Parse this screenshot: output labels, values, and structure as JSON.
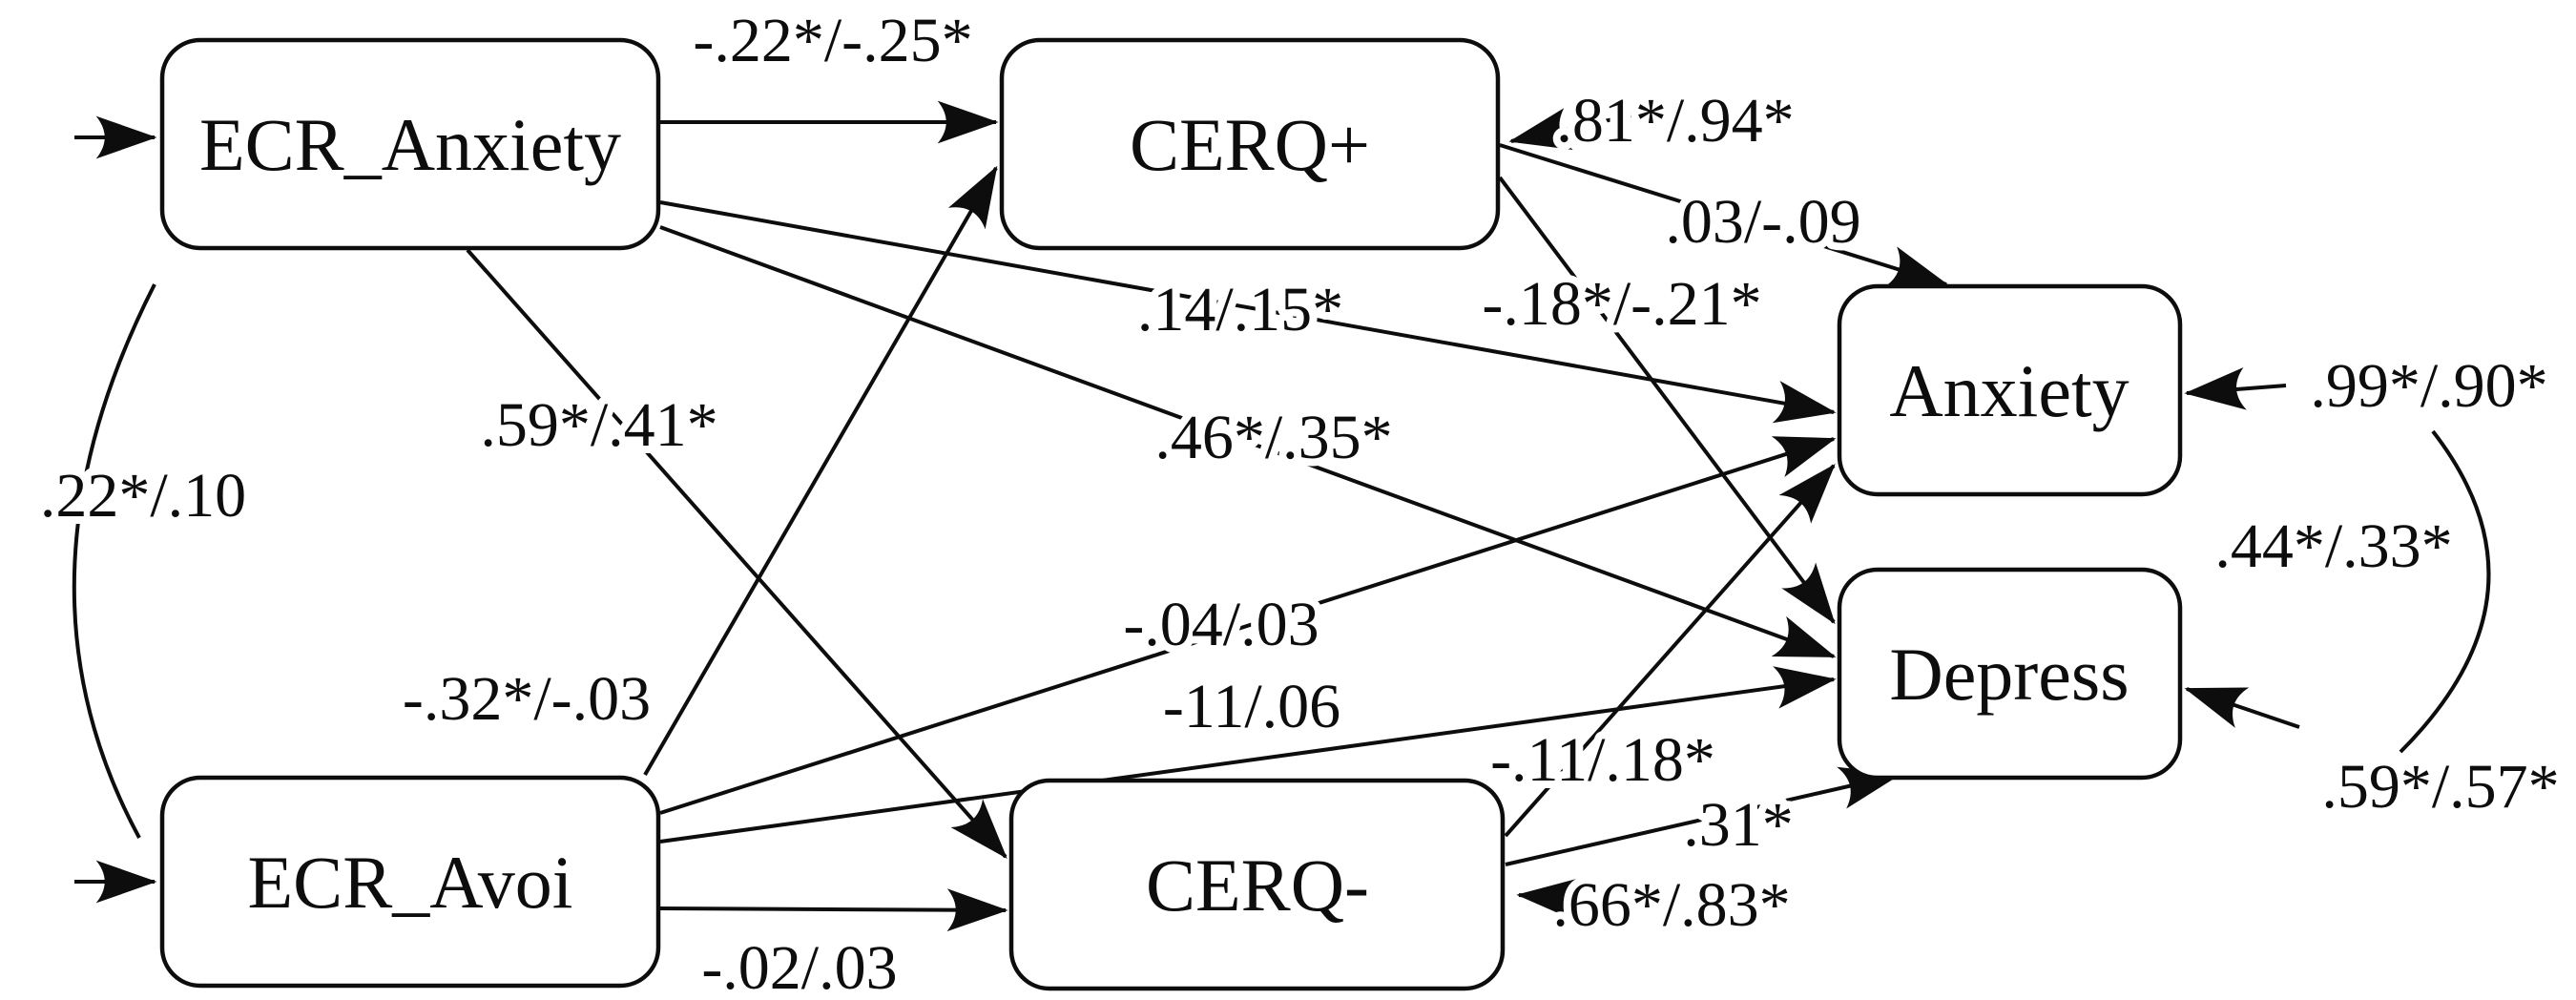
{
  "diagram": {
    "type": "structural-equation-model-path-diagram",
    "nodes": {
      "ecr_anxiety": {
        "label": "ECR_Anxiety"
      },
      "ecr_avoi": {
        "label": "ECR_Avoi"
      },
      "cerq_pos": {
        "label": "CERQ+"
      },
      "cerq_neg": {
        "label": "CERQ-"
      },
      "anxiety": {
        "label": "Anxiety"
      },
      "depress": {
        "label": "Depress"
      }
    },
    "edge_labels": {
      "ecr_anxiety_to_cerq_pos": "-.22*/-.25*",
      "ecr_anxiety_to_cerq_neg": ".59*/.41*",
      "ecr_anxiety_to_anxiety": ".14/.15*",
      "ecr_anxiety_to_depress": ".46*/.35*",
      "ecr_avoi_to_cerq_pos": "-.32*/-.03",
      "ecr_avoi_to_cerq_neg": "-.02/.03",
      "ecr_avoi_to_anxiety": "-.04/.03",
      "ecr_avoi_to_depress": "-11/.06",
      "cerq_pos_to_anxiety": ".03/-.09",
      "cerq_pos_to_depress": "-.18*/-.21*",
      "cerq_neg_to_anxiety": "-.11/.18*",
      "cerq_neg_to_depress": ".31*",
      "cerq_pos_residual": ".81*/.94*",
      "cerq_neg_residual": ".66*/.83*",
      "anxiety_residual": ".99*/.90*",
      "depress_residual": ".59*/.57*",
      "ecr_covariance": ".22*/.10",
      "outcome_residual_covariance": ".44*/.33*"
    },
    "colors": {
      "line": "#0d0d0d",
      "box_fill": "#ffffff",
      "background": "#ffffff"
    }
  }
}
